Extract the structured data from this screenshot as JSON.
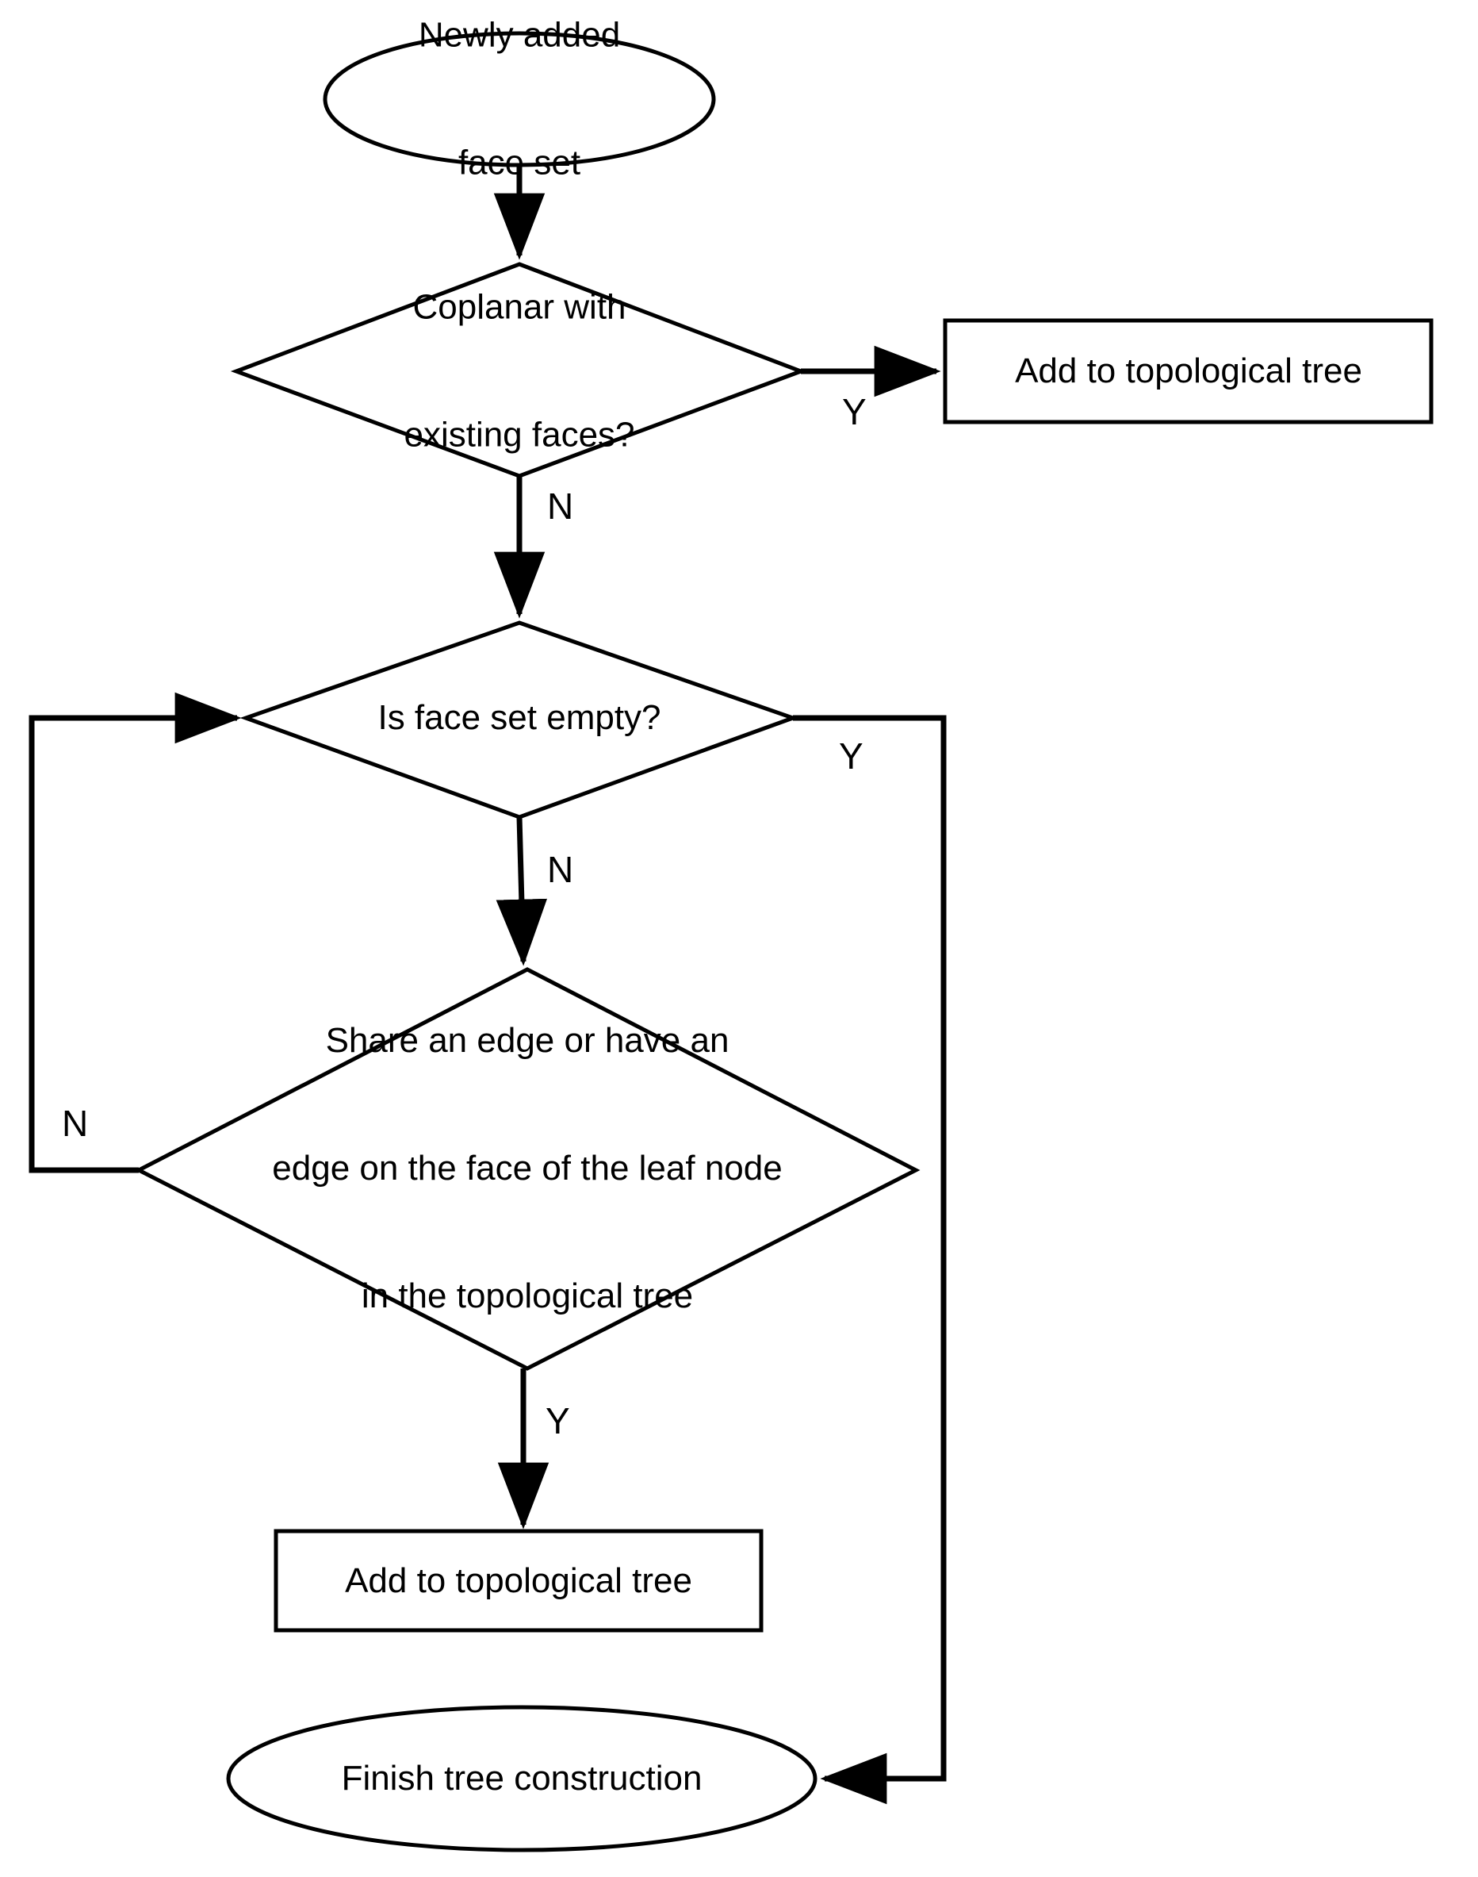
{
  "diagram": {
    "title": "Topological tree construction flowchart",
    "type": "flowchart",
    "colors": {
      "stroke": "#000000",
      "fill": "#ffffff",
      "text": "#000000"
    },
    "nodes": {
      "start": {
        "shape": "ellipse",
        "label_line1": "Newly added",
        "label_line2": "face set"
      },
      "decision_coplanar": {
        "shape": "diamond",
        "label_line1": "Coplanar with",
        "label_line2": "existing faces?"
      },
      "add_tree_top": {
        "shape": "rectangle",
        "label": "Add to topological tree"
      },
      "decision_empty": {
        "shape": "diamond",
        "label": "Is face set empty?"
      },
      "decision_share_edge": {
        "shape": "diamond",
        "label_line1": "Share an edge or have an",
        "label_line2": "edge on the face of the leaf node",
        "label_line3": "in the topological tree"
      },
      "add_tree_bottom": {
        "shape": "rectangle",
        "label": "Add to topological tree"
      },
      "end": {
        "shape": "ellipse",
        "label": "Finish tree construction"
      }
    },
    "edge_labels": {
      "coplanar_yes": "Y",
      "coplanar_no": "N",
      "empty_yes": "Y",
      "empty_no": "N",
      "share_yes": "Y",
      "share_no": "N"
    }
  }
}
